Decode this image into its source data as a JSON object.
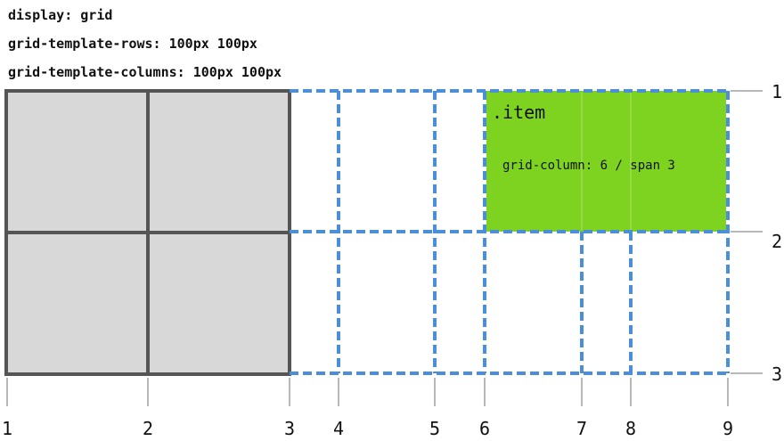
{
  "code": {
    "line1": "display: grid",
    "line2": "grid-template-rows: 100px 100px",
    "line3": "grid-template-columns: 100px 100px"
  },
  "item": {
    "title": ".item",
    "rule": "grid-column: 6 / span 3"
  },
  "column_numbers": [
    "1",
    "2",
    "3",
    "4",
    "5",
    "6",
    "7",
    "8",
    "9"
  ],
  "row_numbers": [
    "1",
    "2",
    "3"
  ],
  "colors": {
    "explicit_grid_fill": "#d8d8d8",
    "explicit_grid_line": "#555555",
    "implicit_grid_line": "#4a8fd8",
    "item_fill": "#7ed321",
    "marker_line": "#b8b8b8"
  }
}
